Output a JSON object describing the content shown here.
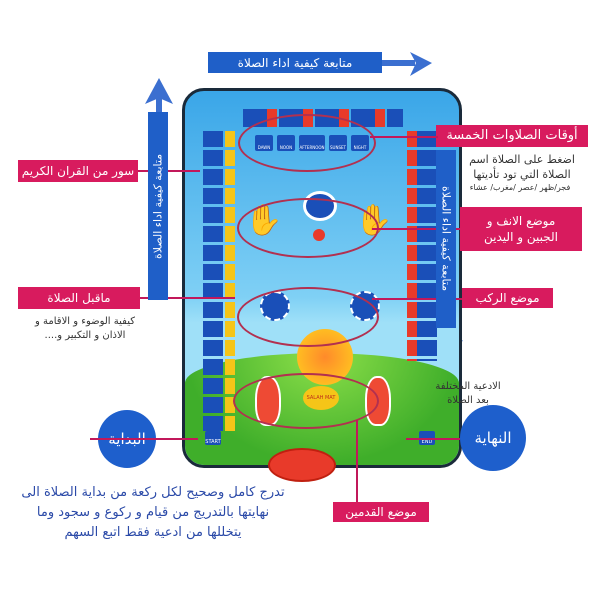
{
  "top_arrow_label": "متابعة كيفية اداء الصلاة",
  "left_arrow_label": "متابعة كيفية اداء الصلاة",
  "right_arrow_label": "متابعة كيفية اداء الصلاة",
  "callouts": {
    "five_prayers": "أوقات الصلاوات الخمسة",
    "five_prayers_note_1": "اضغط على الصلاة اسم",
    "five_prayers_note_2": "الصلاة التي تود تأديتها",
    "five_prayers_note_3": "فجر/ظهر /عصر /مغرب/ عشاء",
    "quran": "سور من القران الكريم",
    "nose_hands": "موضع الانف و الجبين و اليدين",
    "before_prayer": "ماقبل الصلاة",
    "before_prayer_note": "كيفية الوضوء و الاقامة و الاذان و التكبير و....",
    "knees": "موضع الركب",
    "duas_after": "الادعية المختلفة بعد الصلاة",
    "feet": "موضع القدمين",
    "start": "البداية",
    "end": "النهاية"
  },
  "description": "تدرج كامل وصحيح لكل ركعة من بداية الصلاة الى نهايتها بالتدريج من قيام و ركوع و سجود وما يتخللها من ادعية فقط اتبع السهم",
  "mat": {
    "prayer_times": [
      "DAWN",
      "NOON",
      "AFTERNOON",
      "SUNSET",
      "NIGHT"
    ],
    "start_button": "START",
    "end_button": "END",
    "logo": "SALAH MAT"
  },
  "colors": {
    "accent_pink": "#d81b5e",
    "accent_blue": "#1f5fc8"
  }
}
